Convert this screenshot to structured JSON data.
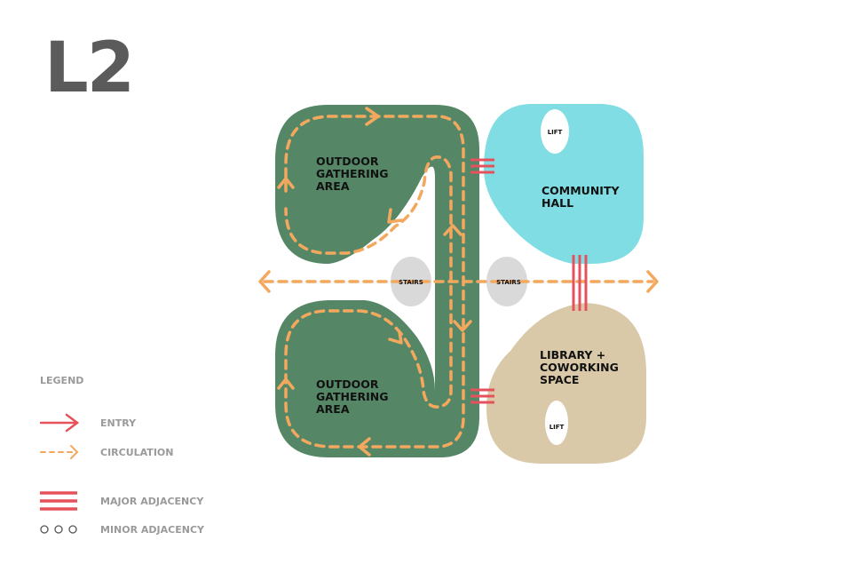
{
  "level": "L2",
  "colors": {
    "outdoor": "#558767",
    "community": "#7fdde3",
    "library": "#d9c9a8",
    "stairs": "#d9d9d9",
    "lift": "#ffffff",
    "circulation": "#f4a85e",
    "entry": "#e5525c",
    "legend_text": "#9a9a9a"
  },
  "zones": {
    "outdoor_top": {
      "lines": [
        "OUTDOOR",
        "GATHERING",
        "AREA"
      ]
    },
    "outdoor_bottom": {
      "lines": [
        "OUTDOOR",
        "GATHERING",
        "AREA"
      ]
    },
    "community_hall": {
      "lines": [
        "COMMUNITY",
        "HALL"
      ],
      "lift": "LIFT"
    },
    "library": {
      "lines": [
        "LIBRARY +",
        "COWORKING",
        "SPACE"
      ],
      "lift": "LIFT"
    }
  },
  "stairs": {
    "left": "STAIRS",
    "right": "STAIRS"
  },
  "legend": {
    "title": "LEGEND",
    "items": [
      {
        "key": "entry",
        "label": "ENTRY",
        "icon": "solid-arrow-icon"
      },
      {
        "key": "circulation",
        "label": "CIRCULATION",
        "icon": "dashed-arrow-icon"
      },
      {
        "key": "major",
        "label": "MAJOR ADJACENCY",
        "icon": "triple-bar-icon"
      },
      {
        "key": "minor",
        "label": "MINOR ADJACENCY",
        "icon": "three-circles-icon"
      }
    ]
  }
}
